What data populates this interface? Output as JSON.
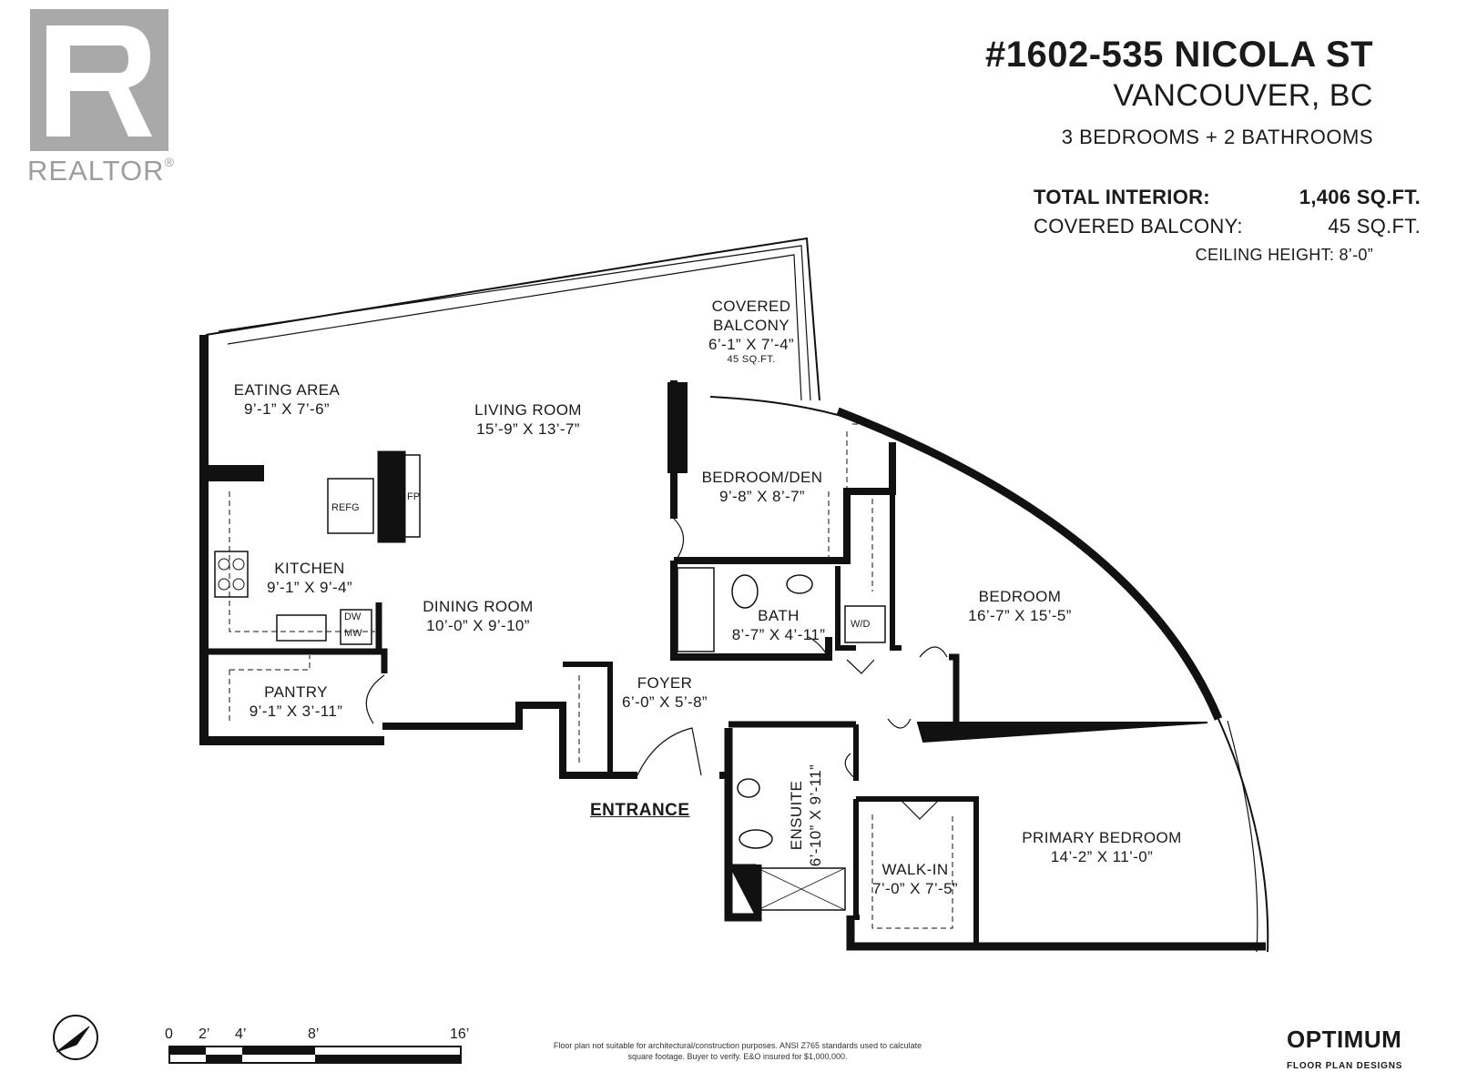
{
  "logo": {
    "wordmark": "REALTOR",
    "icon": "realtor-r-logo-icon"
  },
  "header": {
    "address": "#1602-535 NICOLA ST",
    "city": "VANCOUVER, BC",
    "rooms_summary": "3 BEDROOMS + 2 BATHROOMS",
    "total_interior_label": "TOTAL INTERIOR:",
    "total_interior_value": "1,406 SQ.FT.",
    "balcony_label": "COVERED BALCONY:",
    "balcony_value": "45 SQ.FT.",
    "ceiling": "CEILING HEIGHT: 8’-0”"
  },
  "rooms": {
    "eating": {
      "name": "EATING AREA",
      "dim": "9’-1” X 7’-6”"
    },
    "living": {
      "name": "LIVING ROOM",
      "dim": "15’-9” X 13’-7”"
    },
    "balcony": {
      "name1": "COVERED",
      "name2": "BALCONY",
      "dim": "6’-1” X 7’-4”",
      "area": "45 SQ.FT."
    },
    "den": {
      "name": "BEDROOM/DEN",
      "dim": "9’-8” X 8’-7”"
    },
    "kitchen": {
      "name": "KITCHEN",
      "dim": "9’-1” X 9’-4”"
    },
    "dining": {
      "name": "DINING ROOM",
      "dim": "10’-0” X 9’-10”"
    },
    "bath": {
      "name": "BATH",
      "dim": "8’-7” X 4’-11”"
    },
    "bedroom": {
      "name": "BEDROOM",
      "dim": "16’-7” X 15’-5”"
    },
    "pantry": {
      "name": "PANTRY",
      "dim": "9’-1” X 3’-11”"
    },
    "foyer": {
      "name": "FOYER",
      "dim": "6’-0” X 5’-8”"
    },
    "ensuite": {
      "name": "ENSUITE",
      "dim": "6’-10” X 9’-11”"
    },
    "walkin": {
      "name": "WALK-IN",
      "dim": "7’-0” X 7’-5”"
    },
    "primary": {
      "name": "PRIMARY BEDROOM",
      "dim": "14’-2” X 11’-0”"
    }
  },
  "fixtures": {
    "refg": "REFG",
    "fp": "FP",
    "dw": "DW",
    "mw": "MW",
    "wd": "W/D"
  },
  "entrance": "ENTRANCE",
  "scale": {
    "labels": [
      "0",
      "2’",
      "4’",
      "8’",
      "16’"
    ]
  },
  "disclaimer": "Floor plan not suitable for architectural/construction purposes. ANSI Z765 standards used to calculate square footage. Buyer to verify. E&O insured for $1,000,000.",
  "brand": {
    "name": "OPTIMUM",
    "tagline": "FLOOR PLAN DESIGNS"
  }
}
